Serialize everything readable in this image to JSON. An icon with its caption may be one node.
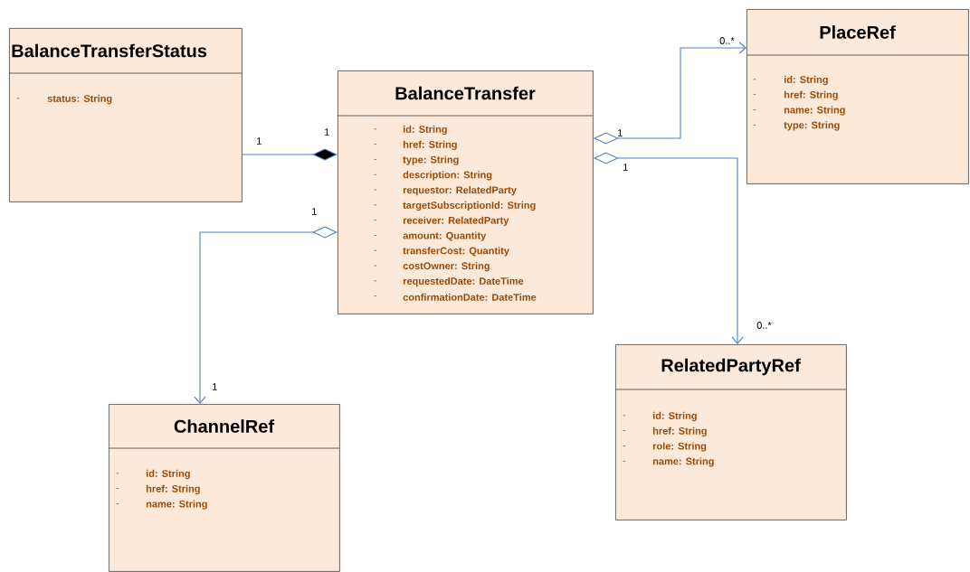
{
  "diagram": {
    "nodes": [
      {
        "text": [
          "BalanceTransferStatus",
          "-",
          "status: String"
        ]
      },
      {
        "text": [
          "BalanceTransfer",
          "-",
          "id: String",
          "-",
          "href: String",
          "-",
          "type: String",
          "-",
          "description: String",
          "-",
          "requestor: RelatedParty",
          "-",
          "targetSubscriptionId: String",
          "-",
          "receiver: RelatedParty",
          "-",
          "amount: Quantity",
          "-",
          "transferCost: Quantity",
          "-",
          "costOwner: String",
          "-",
          "requestedDate: DateTime",
          "-",
          "confirmationDate: DateTime"
        ]
      },
      {
        "text": [
          "PlaceRef",
          "-",
          "id: String",
          "-",
          "href: String",
          "-",
          "name: String",
          "-",
          "type: String"
        ]
      },
      {
        "text": [
          "RelatedPartyRef",
          "-",
          "id: String",
          "-",
          "href: String",
          "-",
          "role: String",
          "-",
          "name: String"
        ]
      },
      {
        "text": [
          "ChannelRef",
          "-",
          "id: String",
          "-",
          "href: String",
          "-",
          "name: String"
        ]
      }
    ],
    "edges": [
      {
        "from": 0,
        "to": 1,
        "arrow": "other"
      },
      {
        "from": 1,
        "to": 2,
        "arrow": "to"
      },
      {
        "from": 1,
        "to": 3,
        "arrow": "to"
      },
      {
        "from": 1,
        "to": 4,
        "arrow": "to"
      }
    ],
    "labels": [
      "0..*",
      "1",
      "1",
      "1",
      "1",
      "1",
      "0..*",
      "1"
    ]
  }
}
